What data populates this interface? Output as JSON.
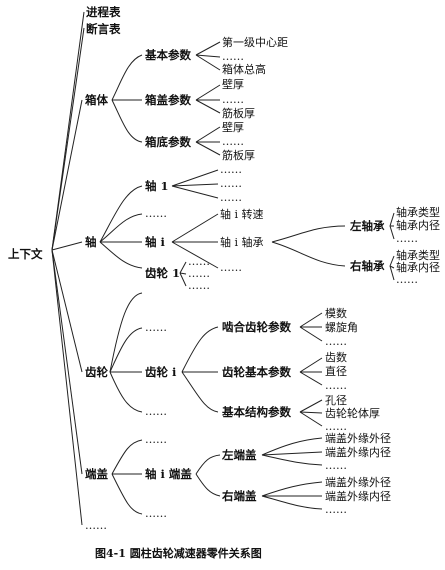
{
  "root": "上下文",
  "progress_table": "进程表",
  "assert_table": "断言表",
  "dots": "……",
  "caption": "图4-1 圆柱齿轮减速器零件关系图",
  "box": {
    "label": "箱体",
    "basic": {
      "label": "基本参数",
      "items": [
        "第一级中心距",
        "……",
        "箱体总高"
      ]
    },
    "cover": {
      "label": "箱盖参数",
      "items": [
        "壁厚",
        "……",
        "筋板厚"
      ]
    },
    "base": {
      "label": "箱底参数",
      "items": [
        "壁厚",
        "……",
        "筋板厚"
      ]
    }
  },
  "shaft": {
    "label": "轴",
    "shaft1": "轴 1",
    "shafti": "轴 i",
    "speed": "轴 i 转速",
    "bearing": "轴 i 轴承",
    "left": "左轴承",
    "right": "右轴承",
    "left_items": [
      "轴承类型",
      "轴承内径",
      "……"
    ],
    "right_items": [
      "轴承类型",
      "轴承内径",
      "……"
    ]
  },
  "gear": {
    "label": "齿轮",
    "gear1": "齿轮 1",
    "geari": "齿轮 i",
    "mesh": {
      "label": "啮合齿轮参数",
      "items": [
        "模数",
        "螺旋角",
        "……"
      ]
    },
    "basic": {
      "label": "齿轮基本参数",
      "items": [
        "齿数",
        "直径",
        "……"
      ]
    },
    "struct": {
      "label": "基本结构参数",
      "items": [
        "孔径",
        "齿轮轮体厚",
        "……"
      ]
    }
  },
  "cap": {
    "label": "端盖",
    "shafti_cap": "轴 i 端盖",
    "left": "左端盖",
    "right": "右端盖",
    "left_items": [
      "端盖外缘外径",
      "端盖外缘内径",
      "……"
    ],
    "right_items": [
      "端盖外缘外径",
      "端盖外缘内径",
      "……"
    ]
  }
}
